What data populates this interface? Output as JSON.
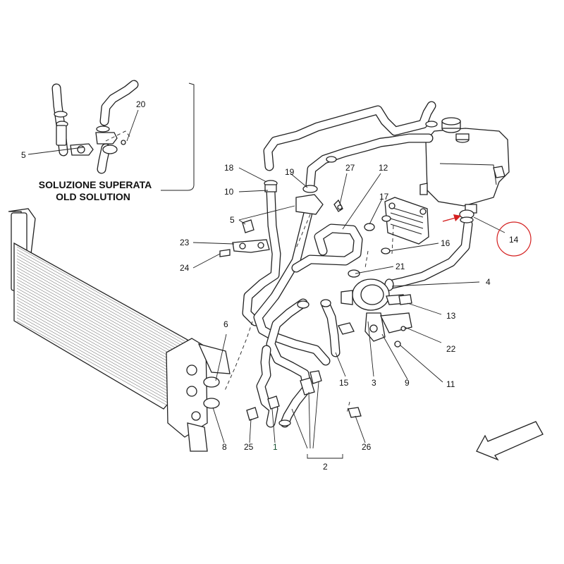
{
  "diagram": {
    "inset_title_line1": "SOLUZIONE SUPERATA",
    "inset_title_line2": "OLD SOLUTION",
    "highlight_color": "#d42020",
    "direction_icon": "arrow-front-icon",
    "callouts": {
      "c1": "1",
      "c2": "2",
      "c3": "3",
      "c4": "4",
      "c5": "5",
      "c5b": "5",
      "c6": "6",
      "c8": "8",
      "c9": "9",
      "c10": "10",
      "c11": "11",
      "c12": "12",
      "c13": "13",
      "c14": "14",
      "c15": "15",
      "c16": "16",
      "c17": "17",
      "c18": "18",
      "c19": "19",
      "c20": "20",
      "c21": "21",
      "c22": "22",
      "c23": "23",
      "c24": "24",
      "c25": "25",
      "c26": "26",
      "c27": "27"
    }
  }
}
